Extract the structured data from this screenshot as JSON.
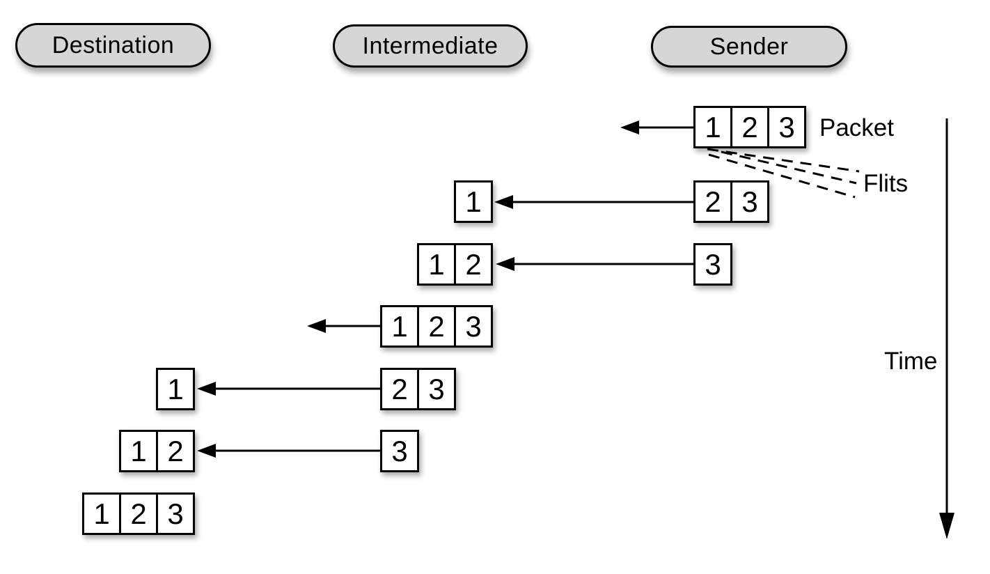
{
  "nodes": [
    {
      "id": "destination",
      "label": "Destination"
    },
    {
      "id": "intermediate",
      "label": "Intermediate"
    },
    {
      "id": "sender",
      "label": "Sender"
    }
  ],
  "annotations": {
    "packet": "Packet",
    "flits": "Flits",
    "time": "Time"
  },
  "colors": {
    "node_fill": "#d6d6d6",
    "outline": "#000000",
    "flit_fill": "#ffffff",
    "background": "#ffffff"
  },
  "rows": [
    {
      "sender": [
        "1",
        "2",
        "3"
      ]
    },
    {
      "intermediate": [
        "1"
      ],
      "sender": [
        "2",
        "3"
      ]
    },
    {
      "intermediate": [
        "1",
        "2"
      ],
      "sender": [
        "3"
      ]
    },
    {
      "intermediate": [
        "1",
        "2",
        "3"
      ]
    },
    {
      "destination": [
        "1"
      ],
      "intermediate": [
        "2",
        "3"
      ]
    },
    {
      "destination": [
        "1",
        "2"
      ],
      "intermediate": [
        "3"
      ]
    },
    {
      "destination": [
        "1",
        "2",
        "3"
      ]
    }
  ]
}
